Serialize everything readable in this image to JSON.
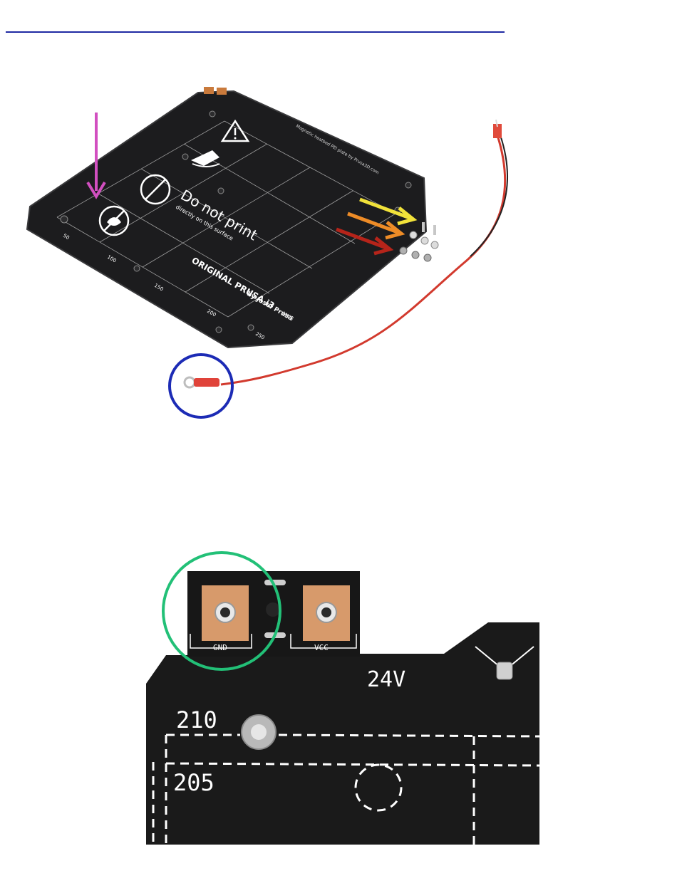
{
  "figure1": {
    "sheet": {
      "brand_title": "ORIGINAL PRUSA i3",
      "brand_model": "MK3",
      "brand_author": "by Josef Prusa",
      "warning_main": "Do not print",
      "warning_sub": "directly on this surface",
      "edge_note": "Magnetic heatbed PEI plate by Prusa3D.com",
      "scale_labels": [
        "50",
        "100",
        "150",
        "200",
        "250"
      ]
    },
    "colors": {
      "sheet": "#1c1c1e",
      "pink_arrow": "#d24fc0",
      "yellow_arrow": "#f1e23a",
      "orange_arrow": "#ee8c27",
      "red_arrow": "#b5241a",
      "blue_circle": "#1c2bb5",
      "cable": "#d23a2e"
    }
  },
  "figure2": {
    "pads": {
      "gnd": "GND",
      "vcc": "VCC"
    },
    "voltage_label": "24V",
    "ruler_labels": {
      "upper": "210",
      "lower": "205"
    },
    "colors": {
      "board": "#1a1a1a",
      "pad": "#d79a6b",
      "green_circle": "#22c077"
    }
  }
}
